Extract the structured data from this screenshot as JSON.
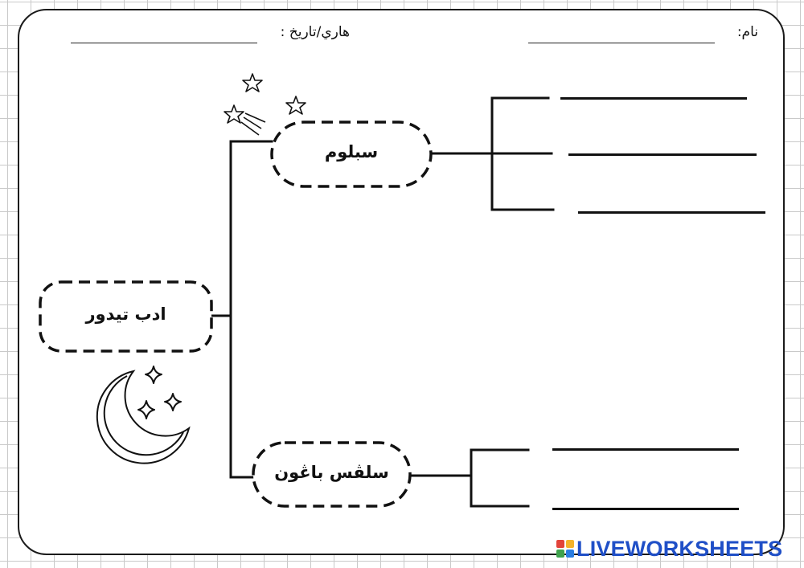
{
  "worksheet": {
    "name_label": "نام:",
    "date_label": "هاري/تاريخ :"
  },
  "mindmap": {
    "root": "ادب تيدور",
    "branches": [
      {
        "label": "سبلوم"
      },
      {
        "label": "سلڤس باڠون"
      }
    ]
  },
  "footer": {
    "brand": "LIVEWORKSHEETS",
    "brand_color": "#1f4fc7",
    "logo_colors": [
      "#e2443a",
      "#f3b32b",
      "#3fa34d",
      "#2a7de1"
    ]
  },
  "decorations": {
    "moon": "crescent-moon-icon",
    "stars": "sparkle-star-icon",
    "shooting_star": "shooting-star-icon"
  }
}
